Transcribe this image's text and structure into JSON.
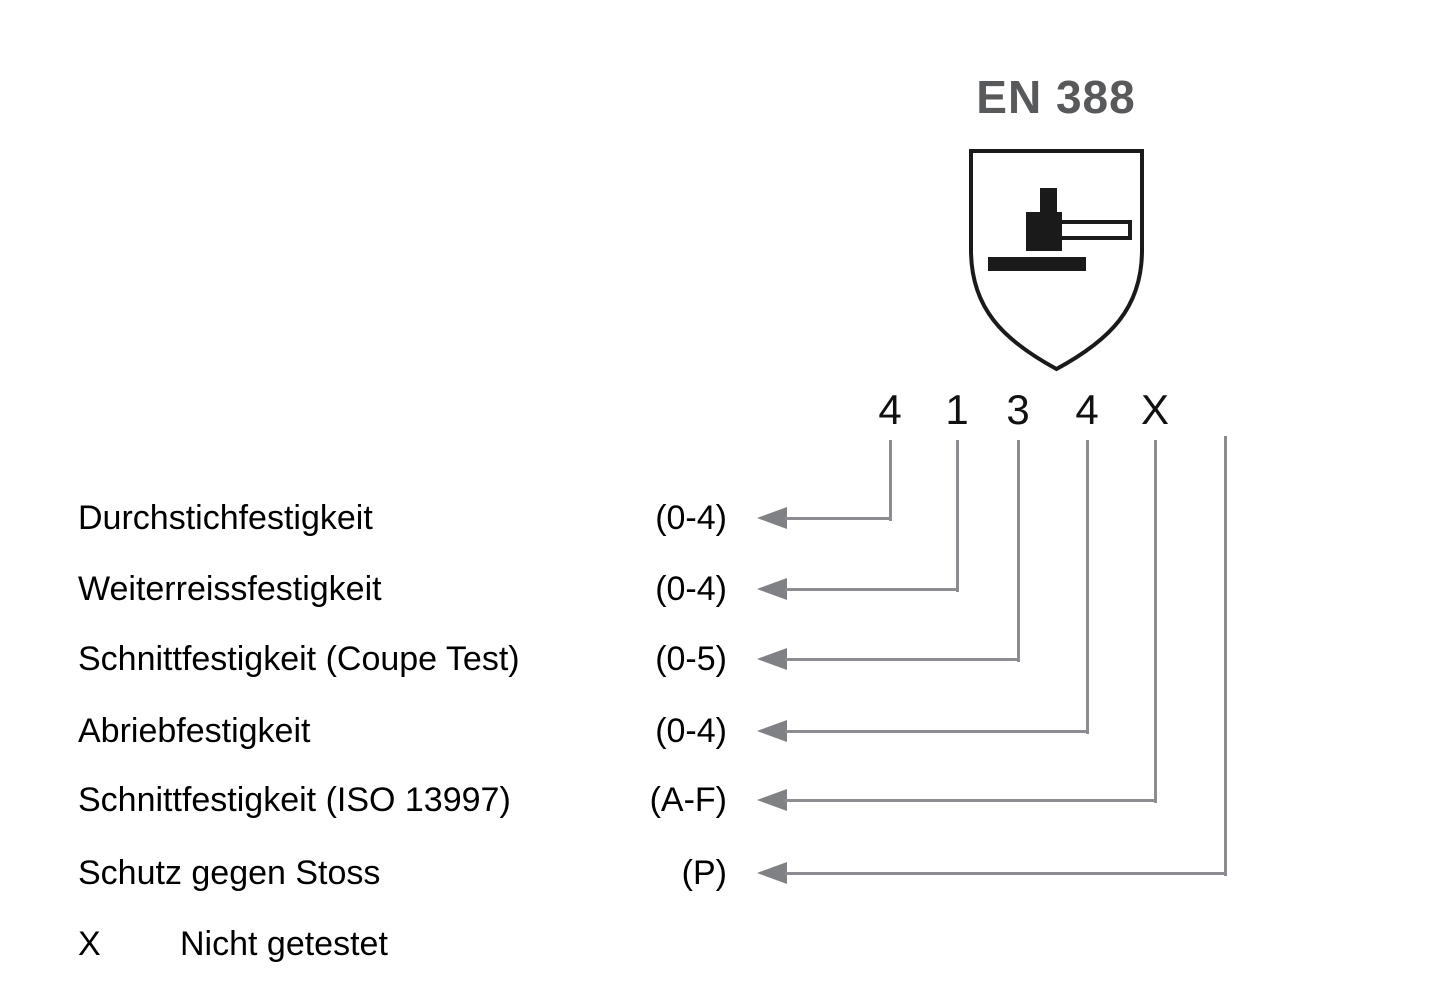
{
  "header": {
    "standard": "EN 388"
  },
  "pictogram": {
    "icon": "hammer-shield-icon"
  },
  "ratings": [
    "4",
    "1",
    "3",
    "4",
    "X"
  ],
  "rows": [
    {
      "label": "Durchstichfestigkeit",
      "range": "(0-4)"
    },
    {
      "label": "Weiterreissfestigkeit",
      "range": "(0-4)"
    },
    {
      "label": "Schnittfestigkeit (Coupe Test)",
      "range": "(0-5)"
    },
    {
      "label": "Abriebfestigkeit",
      "range": "(0-4)"
    },
    {
      "label": "Schnittfestigkeit (ISO 13997)",
      "range": "(A-F)"
    },
    {
      "label": "Schutz gegen Stoss",
      "range": "(P)"
    }
  ],
  "footnote": {
    "symbol": "X",
    "text": "Nicht getestet"
  },
  "colors": {
    "line": "#8b8d90",
    "arrow": "#7f8184",
    "standard_text": "#58595b",
    "label_text": "#000000"
  }
}
